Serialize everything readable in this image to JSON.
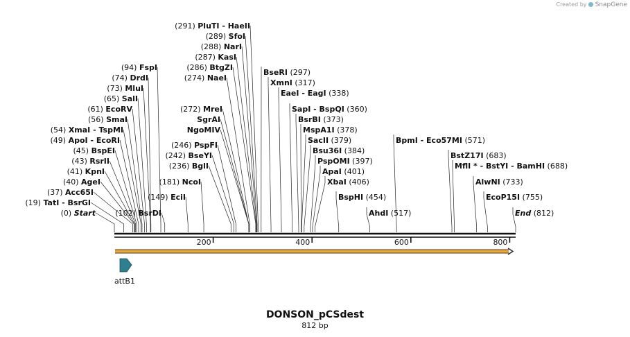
{
  "credit": {
    "prefix": "Created by",
    "brand": "SnapGene"
  },
  "map": {
    "name": "DONSON_pCSdest",
    "length_label": "812 bp",
    "length": 812,
    "ticks": [
      "200",
      "400",
      "600",
      "800"
    ],
    "feature": {
      "name": "attB1",
      "color": "#2f7f8f"
    },
    "orf_color": "#e8a640",
    "sites": [
      {
        "pos": "(0)",
        "name": "Start",
        "italic": true,
        "loc": 0
      },
      {
        "pos": "(19)",
        "name": "TatI  - BsrGI",
        "loc": 19
      },
      {
        "pos": "(37)",
        "name": "Acc65I",
        "loc": 37
      },
      {
        "pos": "(40)",
        "name": "AgeI",
        "loc": 40
      },
      {
        "pos": "(41)",
        "name": "KpnI",
        "loc": 41
      },
      {
        "pos": "(43)",
        "name": "RsrII",
        "loc": 43
      },
      {
        "pos": "(45)",
        "name": "BspEI",
        "loc": 45
      },
      {
        "pos": "(49)",
        "name": "ApoI  - EcoRI",
        "loc": 49
      },
      {
        "pos": "(54)",
        "name": "XmaI  - TspMI",
        "loc": 54
      },
      {
        "pos": "(56)",
        "name": "SmaI",
        "loc": 56
      },
      {
        "pos": "(61)",
        "name": "EcoRV",
        "loc": 61
      },
      {
        "pos": "(65)",
        "name": "SalI",
        "loc": 65
      },
      {
        "pos": "(73)",
        "name": "MluI",
        "loc": 73
      },
      {
        "pos": "(74)",
        "name": "DrdI",
        "loc": 74
      },
      {
        "pos": "(94)",
        "name": "FspI",
        "loc": 94
      },
      {
        "pos": "(102)",
        "name": "BsrDI",
        "loc": 102
      },
      {
        "pos": "(149)",
        "name": "EciI",
        "loc": 149
      },
      {
        "pos": "(181)",
        "name": "NcoI",
        "loc": 181
      },
      {
        "pos": "(236)",
        "name": "BglI",
        "loc": 236
      },
      {
        "pos": "(242)",
        "name": "BseYI",
        "loc": 242
      },
      {
        "pos": "(246)",
        "name": "PspFI",
        "loc": 246
      },
      {
        "pos": "",
        "name": "NgoMIV",
        "loc": 272
      },
      {
        "pos": "",
        "name": "SgrAI",
        "loc": 272
      },
      {
        "pos": "(272)",
        "name": "MreI",
        "loc": 272
      },
      {
        "pos": "(274)",
        "name": "NaeI",
        "loc": 274
      },
      {
        "pos": "(286)",
        "name": "BtgZI",
        "loc": 286
      },
      {
        "pos": "(287)",
        "name": "KasI",
        "loc": 287
      },
      {
        "pos": "(288)",
        "name": "NarI",
        "loc": 288
      },
      {
        "pos": "(289)",
        "name": "SfoI",
        "loc": 289
      },
      {
        "pos": "(291)",
        "name": "PluTI  - HaeII",
        "loc": 291
      },
      {
        "pos": "(297)",
        "name": "BseRI",
        "loc": 297
      },
      {
        "pos": "(317)",
        "name": "XmnI",
        "loc": 317
      },
      {
        "pos": "(338)",
        "name": "EaeI  - EagI",
        "loc": 338
      },
      {
        "pos": "(360)",
        "name": "SapI  - BspQI",
        "loc": 360
      },
      {
        "pos": "(373)",
        "name": "BsrBI",
        "loc": 373
      },
      {
        "pos": "(378)",
        "name": "MspA1I",
        "loc": 378
      },
      {
        "pos": "(379)",
        "name": "SacII",
        "loc": 379
      },
      {
        "pos": "(384)",
        "name": "Bsu36I",
        "loc": 384
      },
      {
        "pos": "(397)",
        "name": "PspOMI",
        "loc": 397
      },
      {
        "pos": "(401)",
        "name": "ApaI",
        "loc": 401
      },
      {
        "pos": "(406)",
        "name": "XbaI",
        "loc": 406
      },
      {
        "pos": "(454)",
        "name": "BspHI",
        "loc": 454
      },
      {
        "pos": "(517)",
        "name": "AhdI",
        "loc": 517
      },
      {
        "pos": "(571)",
        "name": "BpmI  - Eco57MI",
        "loc": 571
      },
      {
        "pos": "(683)",
        "name": "BstZ17I",
        "loc": 683
      },
      {
        "pos": "(688)",
        "name": "MflI * - BstYI  - BamHI",
        "loc": 688
      },
      {
        "pos": "(733)",
        "name": "AlwNI",
        "loc": 733
      },
      {
        "pos": "(755)",
        "name": "EcoP15I",
        "loc": 755
      },
      {
        "pos": "(812)",
        "name": "End",
        "italic": true,
        "loc": 812
      }
    ]
  }
}
